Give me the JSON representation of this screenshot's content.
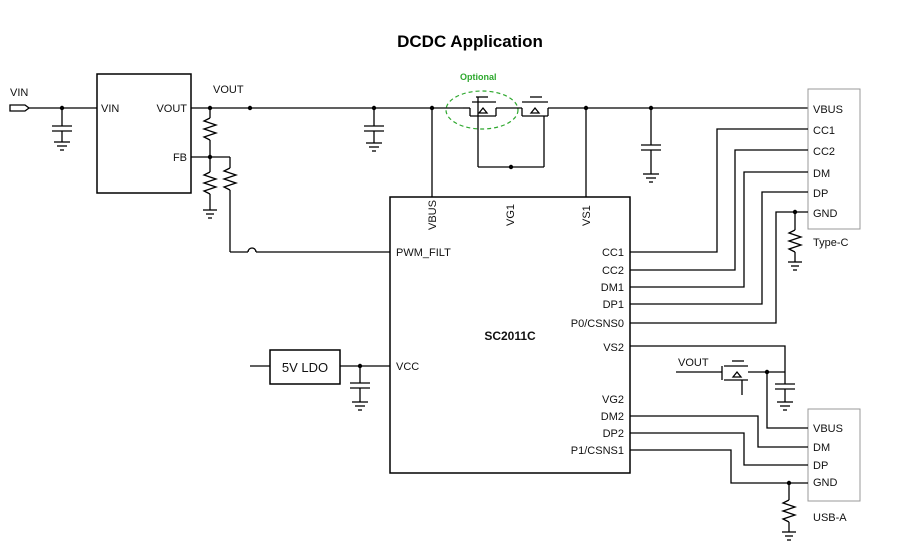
{
  "title": "DCDC Application",
  "optional_label": "Optional",
  "net": {
    "vin": "VIN",
    "vout": "VOUT",
    "vout2": "VOUT"
  },
  "dcdc": {
    "vin_pin": "VIN",
    "vout_pin": "VOUT",
    "fb_pin": "FB"
  },
  "ic": {
    "name": "SC2011C",
    "top_pins": [
      "VBUS",
      "VG1",
      "VS1"
    ],
    "left_pins": {
      "pwm": "PWM_FILT",
      "vcc": "VCC"
    },
    "right_pins": [
      "CC1",
      "CC2",
      "DM1",
      "DP1",
      "P0/CSNS0",
      "VS2",
      "VG2",
      "DM2",
      "DP2",
      "P1/CSNS1"
    ]
  },
  "ldo": "5V LDO",
  "type_c": {
    "pins": [
      "VBUS",
      "CC1",
      "CC2",
      "DM",
      "DP",
      "GND"
    ],
    "label": "Type-C"
  },
  "usb_a": {
    "pins": [
      "VBUS",
      "DM",
      "DP",
      "GND"
    ],
    "label": "USB-A"
  },
  "colors": {
    "optional": "#2ea82e",
    "wire": "#000000",
    "connector_border": "#999999"
  }
}
